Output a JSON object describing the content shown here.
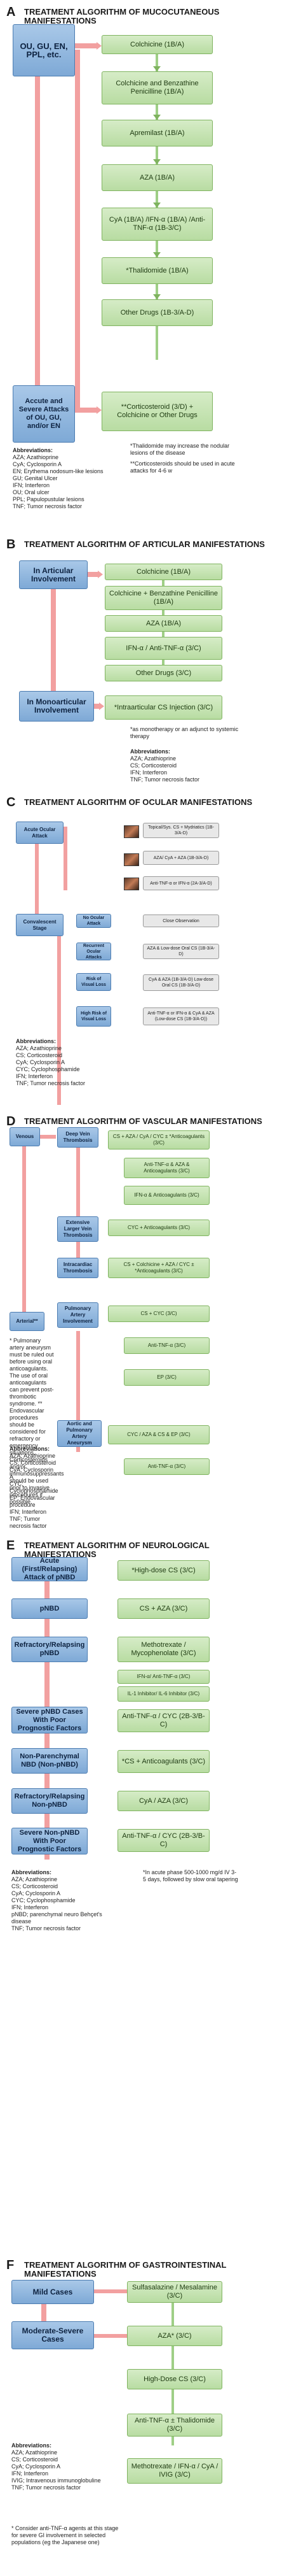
{
  "sections": {
    "a": {
      "letter": "A",
      "title": "TREATMENT ALGORITHM OF MUCOCUTANEOUS MANIFESTATIONS",
      "left1": "OU, GU, EN, PPL, etc.",
      "left2": "Accute and Severe Attacks of OU, GU, and/or EN",
      "right": [
        "Colchicine (1B/A)",
        "Colchicine and Benzathine Penicilline (1B/A)",
        "Apremilast (1B/A)",
        "AZA (1B/A)",
        "CyA (1B/A) /IFN-α (1B/A) /Anti-TNF-α (1B-3/C)",
        "*Thalidomide (1B/A)",
        "Other Drugs (1B-3/A-D)"
      ],
      "cs": "**Corticosteroid (3/D) + Colchicine or Other Drugs",
      "abbr": [
        "Abbreviations:",
        "AZA; Azathioprine",
        "CyA; Cyclosporin A",
        "EN; Erythema nodosum-like lesions",
        "GU; Genital Ulcer",
        "IFN; Interferon",
        "OU; Oral ulcer",
        "PPL; Papulopustular lesions",
        "TNF; Tumor necrosis factor"
      ],
      "notes": [
        "*Thalidomide may increase the nodular lesions of the disease",
        "**Corticosteroids should be used in acute attacks for 4-6 w"
      ]
    },
    "b": {
      "letter": "B",
      "title": "TREATMENT ALGORITHM OF ARTICULAR MANIFESTATIONS",
      "left1": "In Articular Involvement",
      "left2": "In Monoarticular Involvement",
      "right": [
        "Colchicine (1B/A)",
        "Colchicine + Benzathine Penicilline (1B/A)",
        "AZA (1B/A)",
        "IFN-α / Anti-TNF-α (3/C)",
        "Other Drugs (3/C)"
      ],
      "cs": "*Intraarticular CS Injection (3/C)",
      "note": "*as monotherapy or an adjunct to systemic therapy",
      "abbr": [
        "Abbreviations:",
        "AZA; Azathioprine",
        "CS; Corticosteroid",
        "IFN; Interferon",
        "TNF; Tumor necrosis factor"
      ]
    },
    "c": {
      "letter": "C",
      "title": "TREATMENT ALGORITHM OF OCULAR MANIFESTATIONS",
      "left": [
        "Acute Ocular Attack",
        "Convalescent Stage"
      ],
      "mid": [
        "No Ocular Attack",
        "Recurrent Ocular Attacks",
        "Risk of Visual Loss",
        "High Risk of Visual Loss"
      ],
      "right": [
        "Topical/Sys. CS + Mydriatics (1B-3/A-D)",
        "AZA/ CyA + AZA (1B-3/A-D)",
        "Anti-TNF-α or IFN-α (2A-3/A-D)",
        "Close Observation",
        "AZA & Low-dose Oral CS (1B-3/A-D)",
        "CyA & AZA (1B-3/A-D) Low-dose Oral CS (1B-3/A-D)",
        "Anti-TNF-α or IFN-α & CyA & AZA (Low-dose CS (1B-3/A-D))"
      ],
      "abbr": [
        "Abbreviations:",
        "AZA; Azathioprine",
        "CS; Corticosteroid",
        "CyA; Cyclosporin A",
        "CYC; Cyclophosphamide",
        "IFN; Interferon",
        "TNF; Tumor necrosis factor"
      ]
    },
    "d": {
      "letter": "D",
      "title": "TREATMENT ALGORITHM OF VASCULAR MANIFESTATIONS",
      "left": [
        "Venous",
        "Arterial**"
      ],
      "mid": [
        "Deep Vein Thrombosis",
        "Extensive Larger Vein Thrombosis",
        "Intracardiac Thrombosis",
        "Pulmonary Artery Involvement",
        "Aortic and Pulmonary Artery Aneurysm"
      ],
      "right": [
        "CS + AZA / CyA / CYC ± *Anticoagulants (3/C)",
        "Anti-TNF-α & AZA & Anticoagulants (3/C)",
        "IFN-α & Anticoagulants (3/C)",
        "CYC + Anticoagulants (3/C)",
        "CS + Colchicine + AZA / CYC ± *Anticoagulants (3/C)",
        "CS + CYC (3/C)",
        "Anti-TNF-α (3/C)",
        "EP (3/C)",
        "CYC / AZA & CS & EP (3/C)",
        "Anti-TNF-α (3/C)"
      ],
      "notes": "* Pulmonary artery aneurysm must be ruled out before using oral anticoagulants. The use of oral anticoagulants can prevent post-thrombotic syndrome. ** Endovascular procedures should be considered for refractory or emergency situations. Corticosteroids and/or immunosuppressants should be used prior to invasive procedures if possible.",
      "abbr": [
        "Abbreviations:",
        "AZA; Azathioprine",
        "CS; Corticosteroid",
        "CyA; Cyclosporin A",
        "CYC; Cyclophosphamide",
        "EP; Endovascular procedure",
        "IFN; Interferon",
        "TNF; Tumor necrosis factor"
      ]
    },
    "e": {
      "letter": "E",
      "title": "TREATMENT ALGORITHM OF NEUROLOGICAL MANIFESTATIONS",
      "left": [
        "Acute (First/Relapsing) Attack of pNBD",
        "pNBD",
        "Refractory/Relapsing pNBD",
        "Severe pNBD Cases With Poor Prognostic Factors",
        "Non-Parenchymal NBD (Non-pNBD)",
        "Refractory/Relapsing Non-pNBD",
        "Severe Non-pNBD With Poor Prognostic Factors"
      ],
      "right": [
        "*High-dose CS (3/C)",
        "CS + AZA (3/C)",
        "Methotrexate / Mycophenolate (3/C)",
        "IFN-α/ Anti-TNF-α (3/C)",
        "IL-1 Inhibitor/ IL-6 Inhibitor (3/C)",
        "Anti-TNF-α / CYC (2B-3/B-C)",
        "*CS + Anticoagulants (3/C)",
        "CyA / AZA (3/C)",
        "Anti-TNF-α / CYC (2B-3/B-C)"
      ],
      "note": "*In acute phase 500-1000 mg/d IV 3-5 days, followed by slow oral tapering",
      "abbr": [
        "Abbreviations:",
        "AZA; Azathioprine",
        "CS; Corticosteroid",
        "CyA; Cyclosporin A",
        "CYC; Cyclophosphamide",
        "IFN; Interferon",
        "pNBD; parenchymal neuro Behçet's disease",
        "TNF; Tumor necrosis factor"
      ]
    },
    "f": {
      "letter": "F",
      "title": "TREATMENT ALGORITHM OF GASTROINTESTINAL MANIFESTATIONS",
      "left": [
        "Mild Cases",
        "Moderate-Severe Cases"
      ],
      "right": [
        "Sulfasalazine / Mesalamine (3/C)",
        "AZA* (3/C)",
        "High-Dose CS (3/C)",
        "Anti-TNF-α ± Thalidomide (3/C)",
        "Methotrexate / IFN-α / CyA / IVIG (3/C)"
      ],
      "abbr": [
        "Abbreviations:",
        "AZA; Azathioprine",
        "CS; Corticosteroid",
        "CyA; Cyclosporin A",
        "IFN; Interferon",
        "IVIG; Intravenous immunoglobuline",
        "TNF; Tumor necrosis factor"
      ],
      "note": "* Consider anti-TNF-α agents at this stage for severe GI involvement in selected populations (eg the Japanese one)"
    }
  }
}
